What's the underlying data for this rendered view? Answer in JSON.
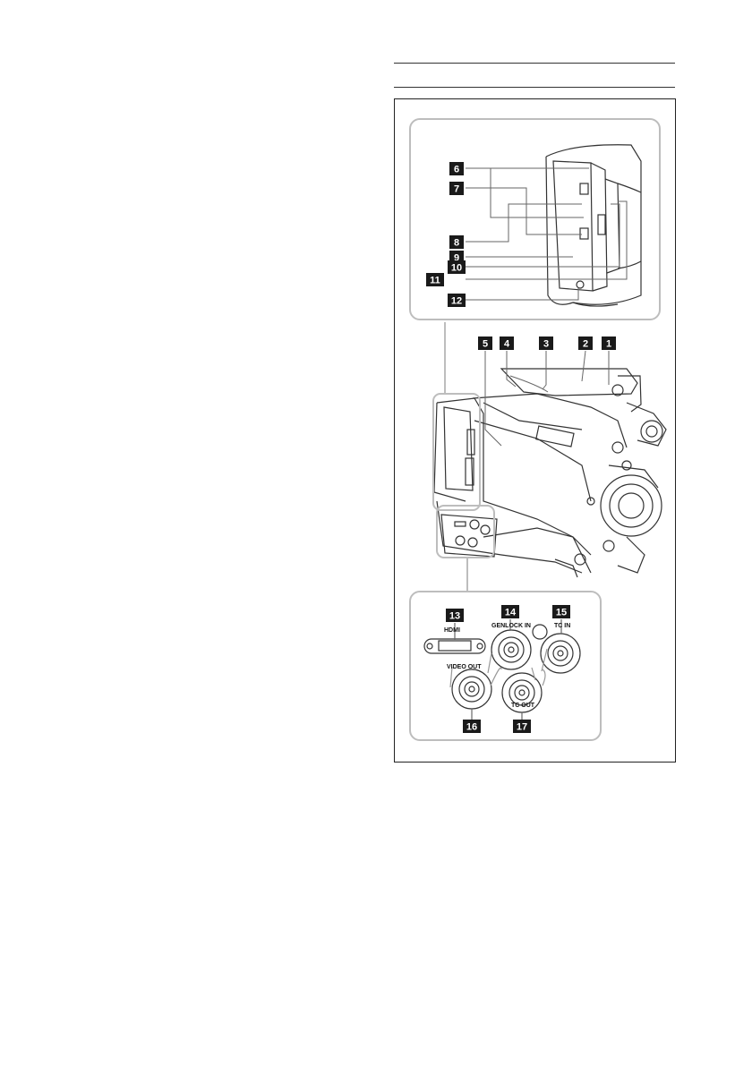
{
  "figure": {
    "callouts": {
      "c1": "1",
      "c2": "2",
      "c3": "3",
      "c4": "4",
      "c5": "5",
      "c6": "6",
      "c7": "7",
      "c8": "8",
      "c9": "9",
      "c10": "10",
      "c11": "11",
      "c12": "12",
      "c13": "13",
      "c14": "14",
      "c15": "15",
      "c16": "16",
      "c17": "17"
    },
    "connector_labels": {
      "hdmi": "HDMI",
      "genlock_in": "GENLOCK IN",
      "tc_in": "TC IN",
      "video_out": "VIDEO OUT",
      "tc_out": "TC OUT"
    },
    "colors": {
      "callout_bg": "#1a1a1a",
      "callout_text": "#ffffff",
      "inset_border": "#bdbdbd",
      "drawing_line": "#333333"
    }
  }
}
